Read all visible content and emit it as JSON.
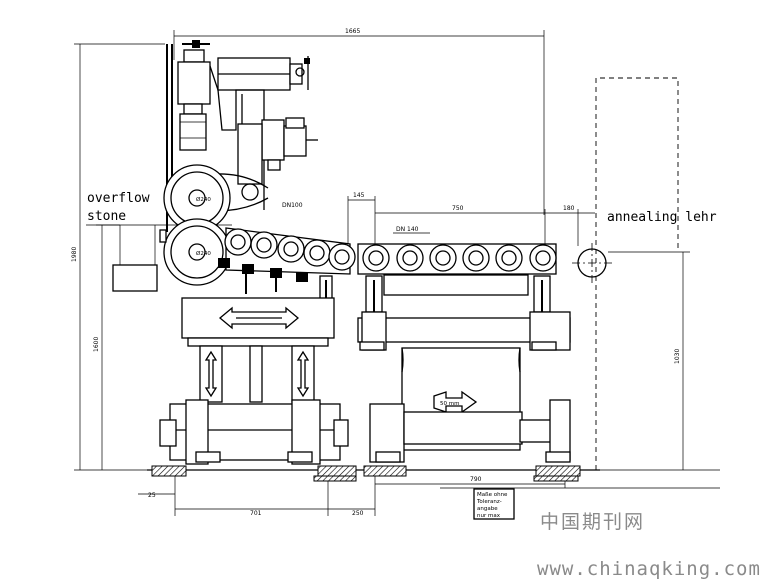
{
  "labels": {
    "overflow_line1": "overflow",
    "overflow_line2": "stone",
    "annealing": "annealing lehr"
  },
  "dimensions": {
    "total_width": "1665",
    "total_height": "1980",
    "height_1600": "1600",
    "height_1030": "1030",
    "d145": "145",
    "d750": "750",
    "d180": "180",
    "d701": "701",
    "d250": "250",
    "d790": "790",
    "d25": "25",
    "dn140": "DN 140",
    "dn100": "DN100",
    "phi240_top": "Ø240",
    "phi240_bot": "Ø240",
    "travel": "50 mm"
  },
  "table_box": [
    "Maße ohne",
    "Toleranz-",
    "angabe",
    "nur max"
  ],
  "watermark": {
    "line1": "中国期刊网",
    "line2": "www.chinaqking.com"
  }
}
